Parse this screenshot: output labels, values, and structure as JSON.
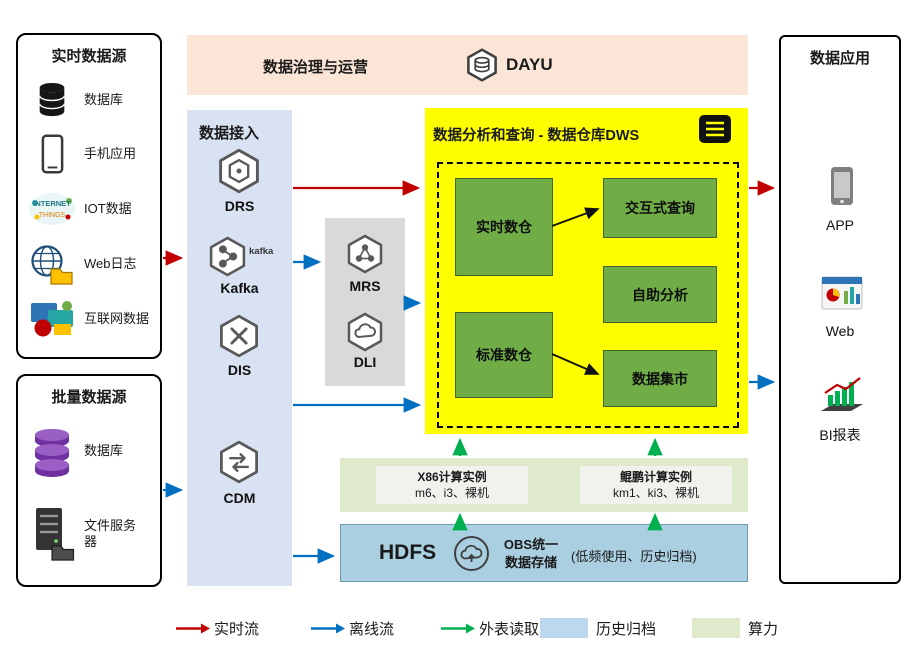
{
  "colors": {
    "realtime_flow": "#c00000",
    "offline_flow": "#0070c0",
    "external_read": "#00b050",
    "archive_fill": "#bdd7ee",
    "compute_fill": "#dfe9cb",
    "dws_fill": "#ffff00",
    "warehouse_green": "#70ad47",
    "ingestion_fill": "#d9e2f3",
    "governance_fill": "#fbe5d6",
    "processing_fill": "#d9d9d9",
    "storage_fill": "#a9cfe1"
  },
  "realtime_sources": {
    "title": "实时数据源",
    "items": [
      {
        "label": "数据库"
      },
      {
        "label": "手机应用"
      },
      {
        "label": "IOT数据"
      },
      {
        "label": "Web日志"
      },
      {
        "label": "互联网数据"
      }
    ],
    "iot_icon_text1": "INTERNET",
    "iot_icon_text2": "THINGS"
  },
  "batch_sources": {
    "title": "批量数据源",
    "items": [
      {
        "label": "数据库"
      },
      {
        "label": "文件服务器"
      }
    ]
  },
  "governance": {
    "title": "数据治理与运营",
    "logo": "DAYU"
  },
  "ingestion": {
    "title": "数据接入",
    "services": [
      {
        "label": "DRS"
      },
      {
        "label": "Kafka",
        "logo_text": "kafka"
      },
      {
        "label": "DIS"
      },
      {
        "label": "CDM"
      }
    ]
  },
  "processing": {
    "services": [
      {
        "label": "MRS"
      },
      {
        "label": "DLI"
      }
    ]
  },
  "dws": {
    "title": "数据分析和查询 - 数据仓库DWS",
    "warehouses": [
      {
        "label": "实时数仓"
      },
      {
        "label": "标准数仓"
      }
    ],
    "services": [
      {
        "label": "交互式查询"
      },
      {
        "label": "自助分析"
      },
      {
        "label": "数据集市"
      }
    ]
  },
  "compute": {
    "x86": {
      "name": "X86计算实例",
      "spec": "m6、i3、裸机"
    },
    "kunpeng": {
      "name": "鲲鹏计算实例",
      "spec": "km1、ki3、裸机"
    }
  },
  "storage": {
    "hdfs": "HDFS",
    "obs_line1": "OBS统一",
    "obs_line2": "数据存储",
    "note": "(低频使用、历史归档)"
  },
  "applications": {
    "title": "数据应用",
    "items": [
      {
        "label": "APP"
      },
      {
        "label": "Web"
      },
      {
        "label": "BI报表"
      }
    ]
  },
  "legend": {
    "realtime": "实时流",
    "offline": "离线流",
    "external": "外表读取",
    "archive": "历史归档",
    "compute": "算力"
  }
}
